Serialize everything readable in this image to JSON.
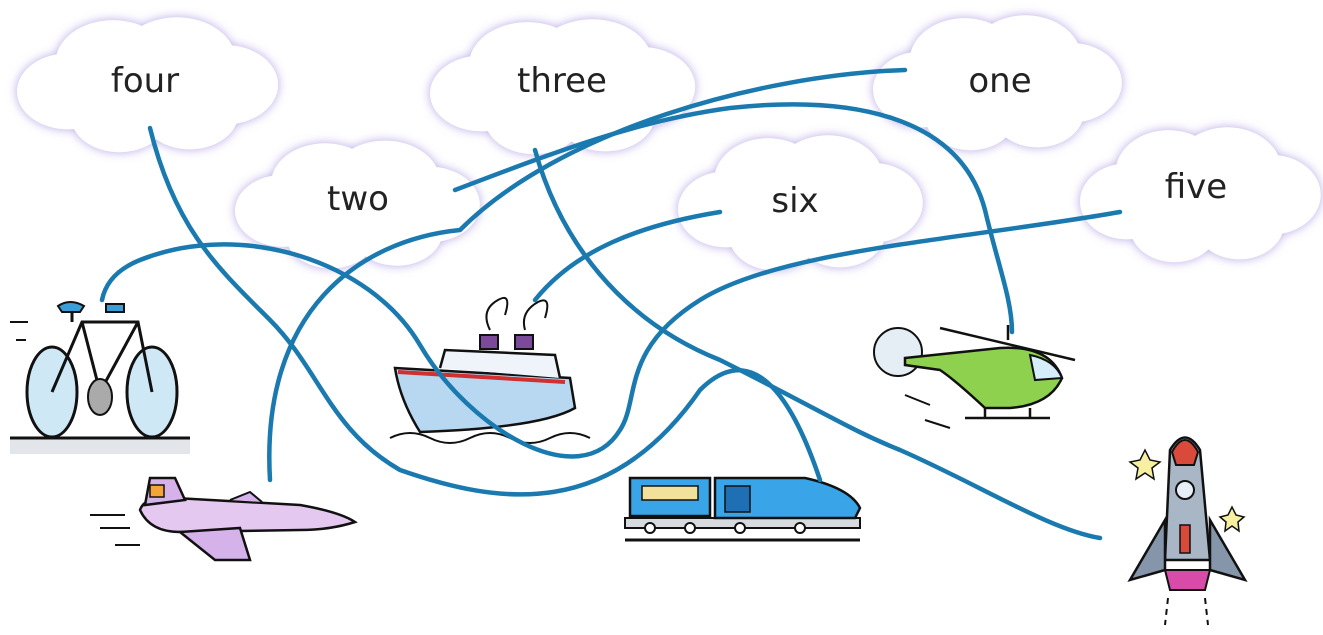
{
  "clouds": [
    {
      "id": "four",
      "label": "four"
    },
    {
      "id": "three",
      "label": "three"
    },
    {
      "id": "one",
      "label": "one"
    },
    {
      "id": "two",
      "label": "two"
    },
    {
      "id": "six",
      "label": "six"
    },
    {
      "id": "five",
      "label": "five"
    }
  ],
  "vehicles": [
    {
      "id": "bicycle",
      "icon": "bicycle-icon"
    },
    {
      "id": "airplane",
      "icon": "airplane-icon"
    },
    {
      "id": "ship",
      "icon": "ship-icon"
    },
    {
      "id": "train",
      "icon": "train-icon"
    },
    {
      "id": "helicopter",
      "icon": "helicopter-icon"
    },
    {
      "id": "rocket",
      "icon": "rocket-icon"
    }
  ],
  "connections": [
    {
      "from": "four",
      "to": "train"
    },
    {
      "from": "three",
      "to": "rocket"
    },
    {
      "from": "one",
      "to": "airplane"
    },
    {
      "from": "two",
      "to": "helicopter"
    },
    {
      "from": "six",
      "to": "ship"
    },
    {
      "from": "five",
      "to": "bicycle"
    }
  ],
  "colors": {
    "line": "#1a7ab0",
    "cloud_fill": "#ffffff",
    "cloud_glow": "#b7a8e6"
  }
}
